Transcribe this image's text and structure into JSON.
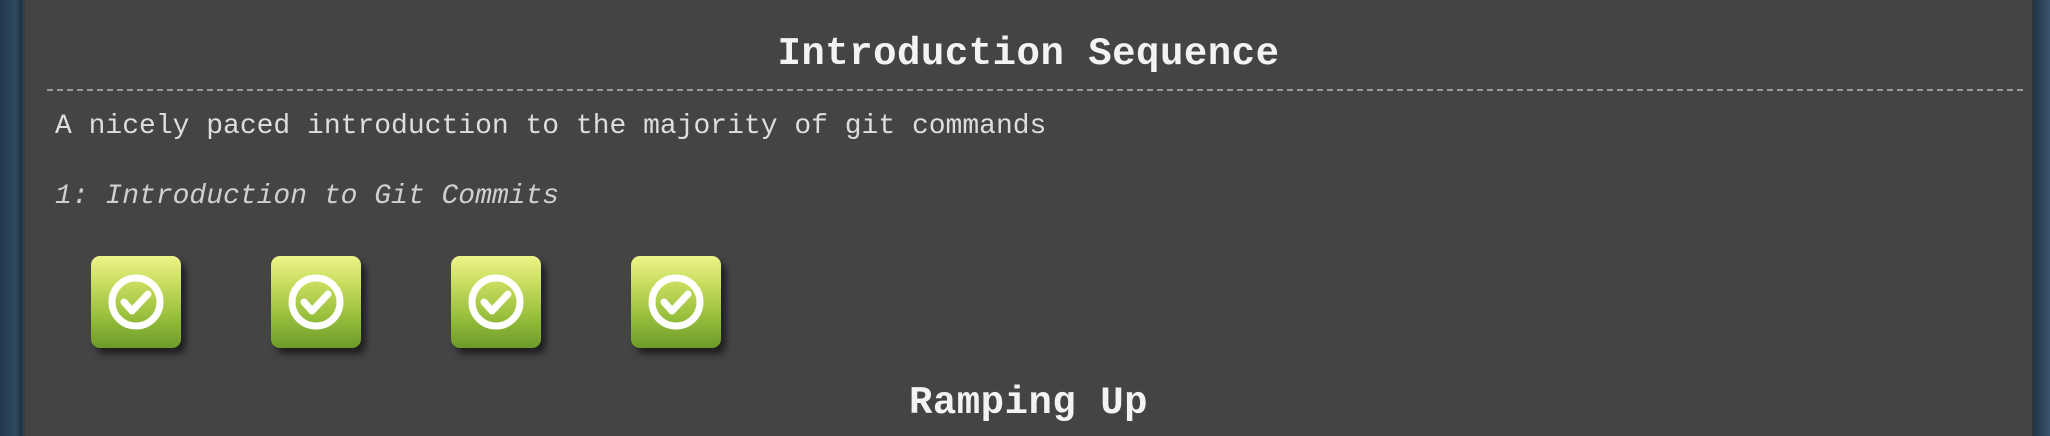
{
  "sequence": {
    "title": "Introduction Sequence",
    "about": "A nicely paced introduction to the majority of git commands",
    "level_name": "1: Introduction to Git Commits",
    "levels": [
      {
        "icon": "check-circle-icon",
        "status": "completed"
      },
      {
        "icon": "check-circle-icon",
        "status": "completed"
      },
      {
        "icon": "check-circle-icon",
        "status": "completed"
      },
      {
        "icon": "check-circle-icon",
        "status": "completed"
      }
    ]
  },
  "next_sequence": {
    "title": "Ramping Up"
  },
  "colors": {
    "panel_background": "#444444",
    "title_text": "#f3f3f3",
    "tile_top": "#eef389",
    "tile_bottom": "#6e9a2a"
  }
}
